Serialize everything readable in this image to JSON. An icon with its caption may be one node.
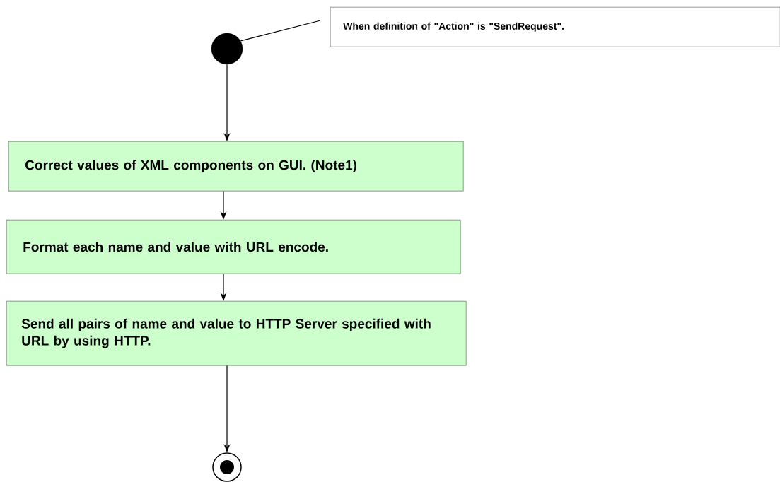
{
  "diagram": {
    "nodes": [
      {
        "text": [],
        "shape": "circle"
      },
      {
        "text": [
          "When definition of \"Action\" is \"SendRequest\"."
        ]
      },
      {
        "text": [
          "Correct values of XML components on GUI. (Note1)"
        ]
      },
      {
        "text": [
          "Format each name and value with URL encode."
        ]
      },
      {
        "text": [
          "Send all pairs of name and value to HTTP Server specified with URL by using HTTP."
        ]
      },
      {
        "text": [],
        "shape": "bullseye"
      }
    ],
    "edges": [
      {
        "from": 1,
        "to": 0,
        "arrow": "none"
      },
      {
        "from": 0,
        "to": 2,
        "arrow": "to"
      },
      {
        "from": 2,
        "to": 3,
        "arrow": "to"
      },
      {
        "from": 3,
        "to": 4,
        "arrow": "to"
      },
      {
        "from": 4,
        "to": 5,
        "arrow": "to"
      }
    ]
  }
}
